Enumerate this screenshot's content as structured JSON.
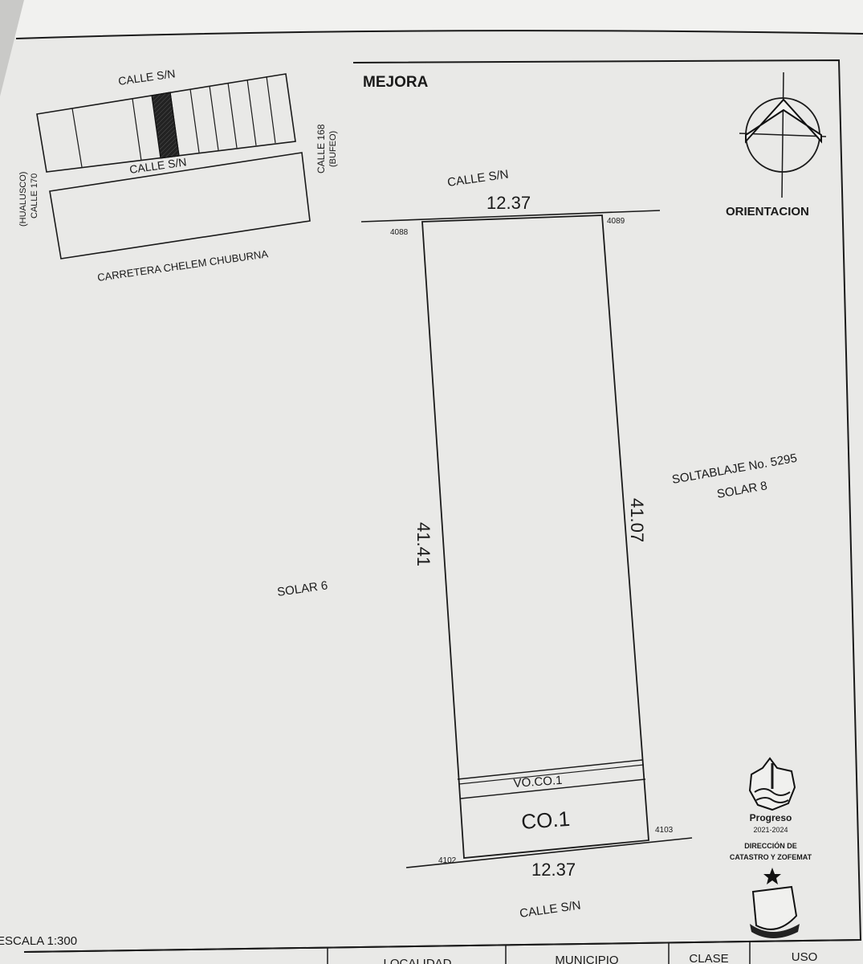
{
  "location_map": {
    "top_street": "CALLE S/N",
    "middle_street": "CALLE S/N",
    "left_street_line1": "(HUALUSCO)",
    "left_street_line2": "CALLE 170",
    "right_street_line1": "CALLE 168",
    "right_street_line2": "(BUFEO)",
    "road": "CARRETERA CHELEM CHUBURNA"
  },
  "header": {
    "title": "MEJORA"
  },
  "orientation": {
    "label": "ORIENTACION"
  },
  "plot": {
    "top_street": "CALLE S/N",
    "top_length": "12.37",
    "bottom_length": "12.37",
    "bottom_street": "CALLE S/N",
    "left_length": "41.41",
    "right_length": "41.07",
    "vertices": {
      "top_left": "4088",
      "top_right": "4089",
      "bottom_left": "4102",
      "bottom_right": "4103"
    },
    "zone_upper": "VO.CO.1",
    "zone_lower": "CO.1"
  },
  "neighbors": {
    "left": "SOLAR 6",
    "right_line1": "SOLTABLAJE No. 5295",
    "right_line2": "SOLAR 8"
  },
  "seal": {
    "name": "Progreso",
    "years": "2021-2024",
    "line1": "DIRECCIÓN DE",
    "line2": "CATASTRO Y ZOFEMAT"
  },
  "scale": "ESCALA 1:300",
  "table_headers": [
    "LOCALIDAD",
    "MUNICIPIO",
    "CLASE",
    "USO"
  ]
}
